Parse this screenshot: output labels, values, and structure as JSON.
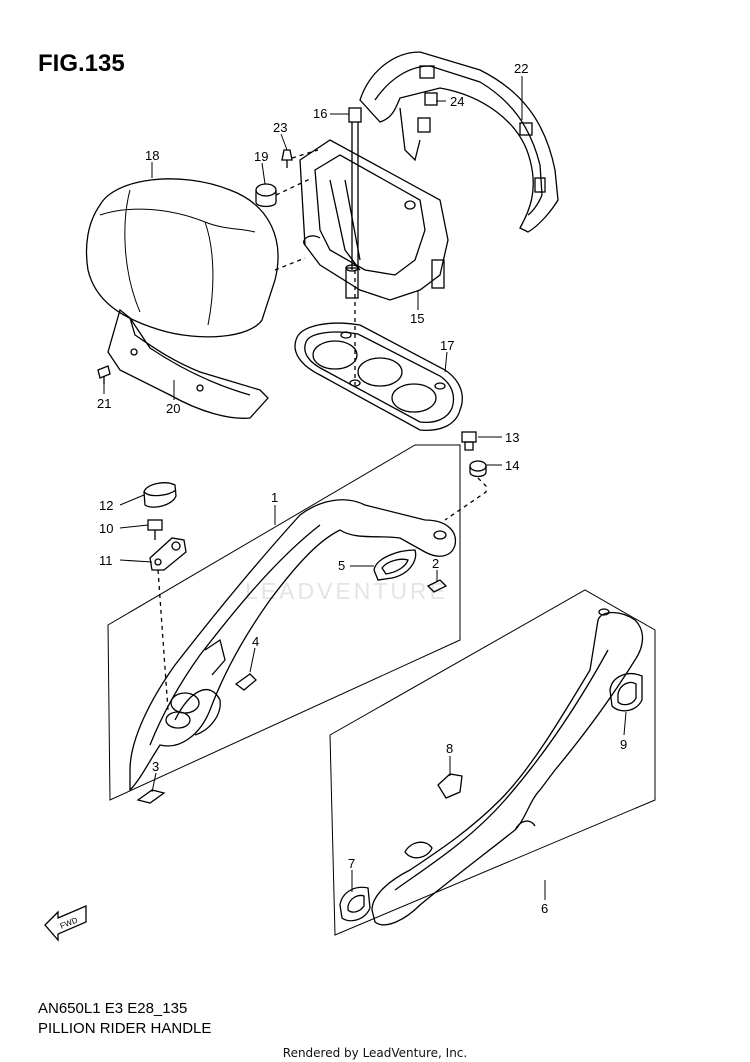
{
  "figure": {
    "title": "FIG.135",
    "model_code": "AN650L1 E3 E28_135",
    "name": "PILLION RIDER HANDLE"
  },
  "watermark": "LEADVENTURE",
  "footer": "Rendered by LeadVenture, Inc.",
  "fwd_label": "FWD",
  "callouts": [
    "1",
    "2",
    "3",
    "4",
    "5",
    "6",
    "7",
    "8",
    "9",
    "10",
    "11",
    "12",
    "13",
    "14",
    "15",
    "16",
    "17",
    "18",
    "19",
    "20",
    "21",
    "22",
    "23",
    "24"
  ],
  "colors": {
    "line": "#000000",
    "watermark": "#e4e4e4"
  }
}
